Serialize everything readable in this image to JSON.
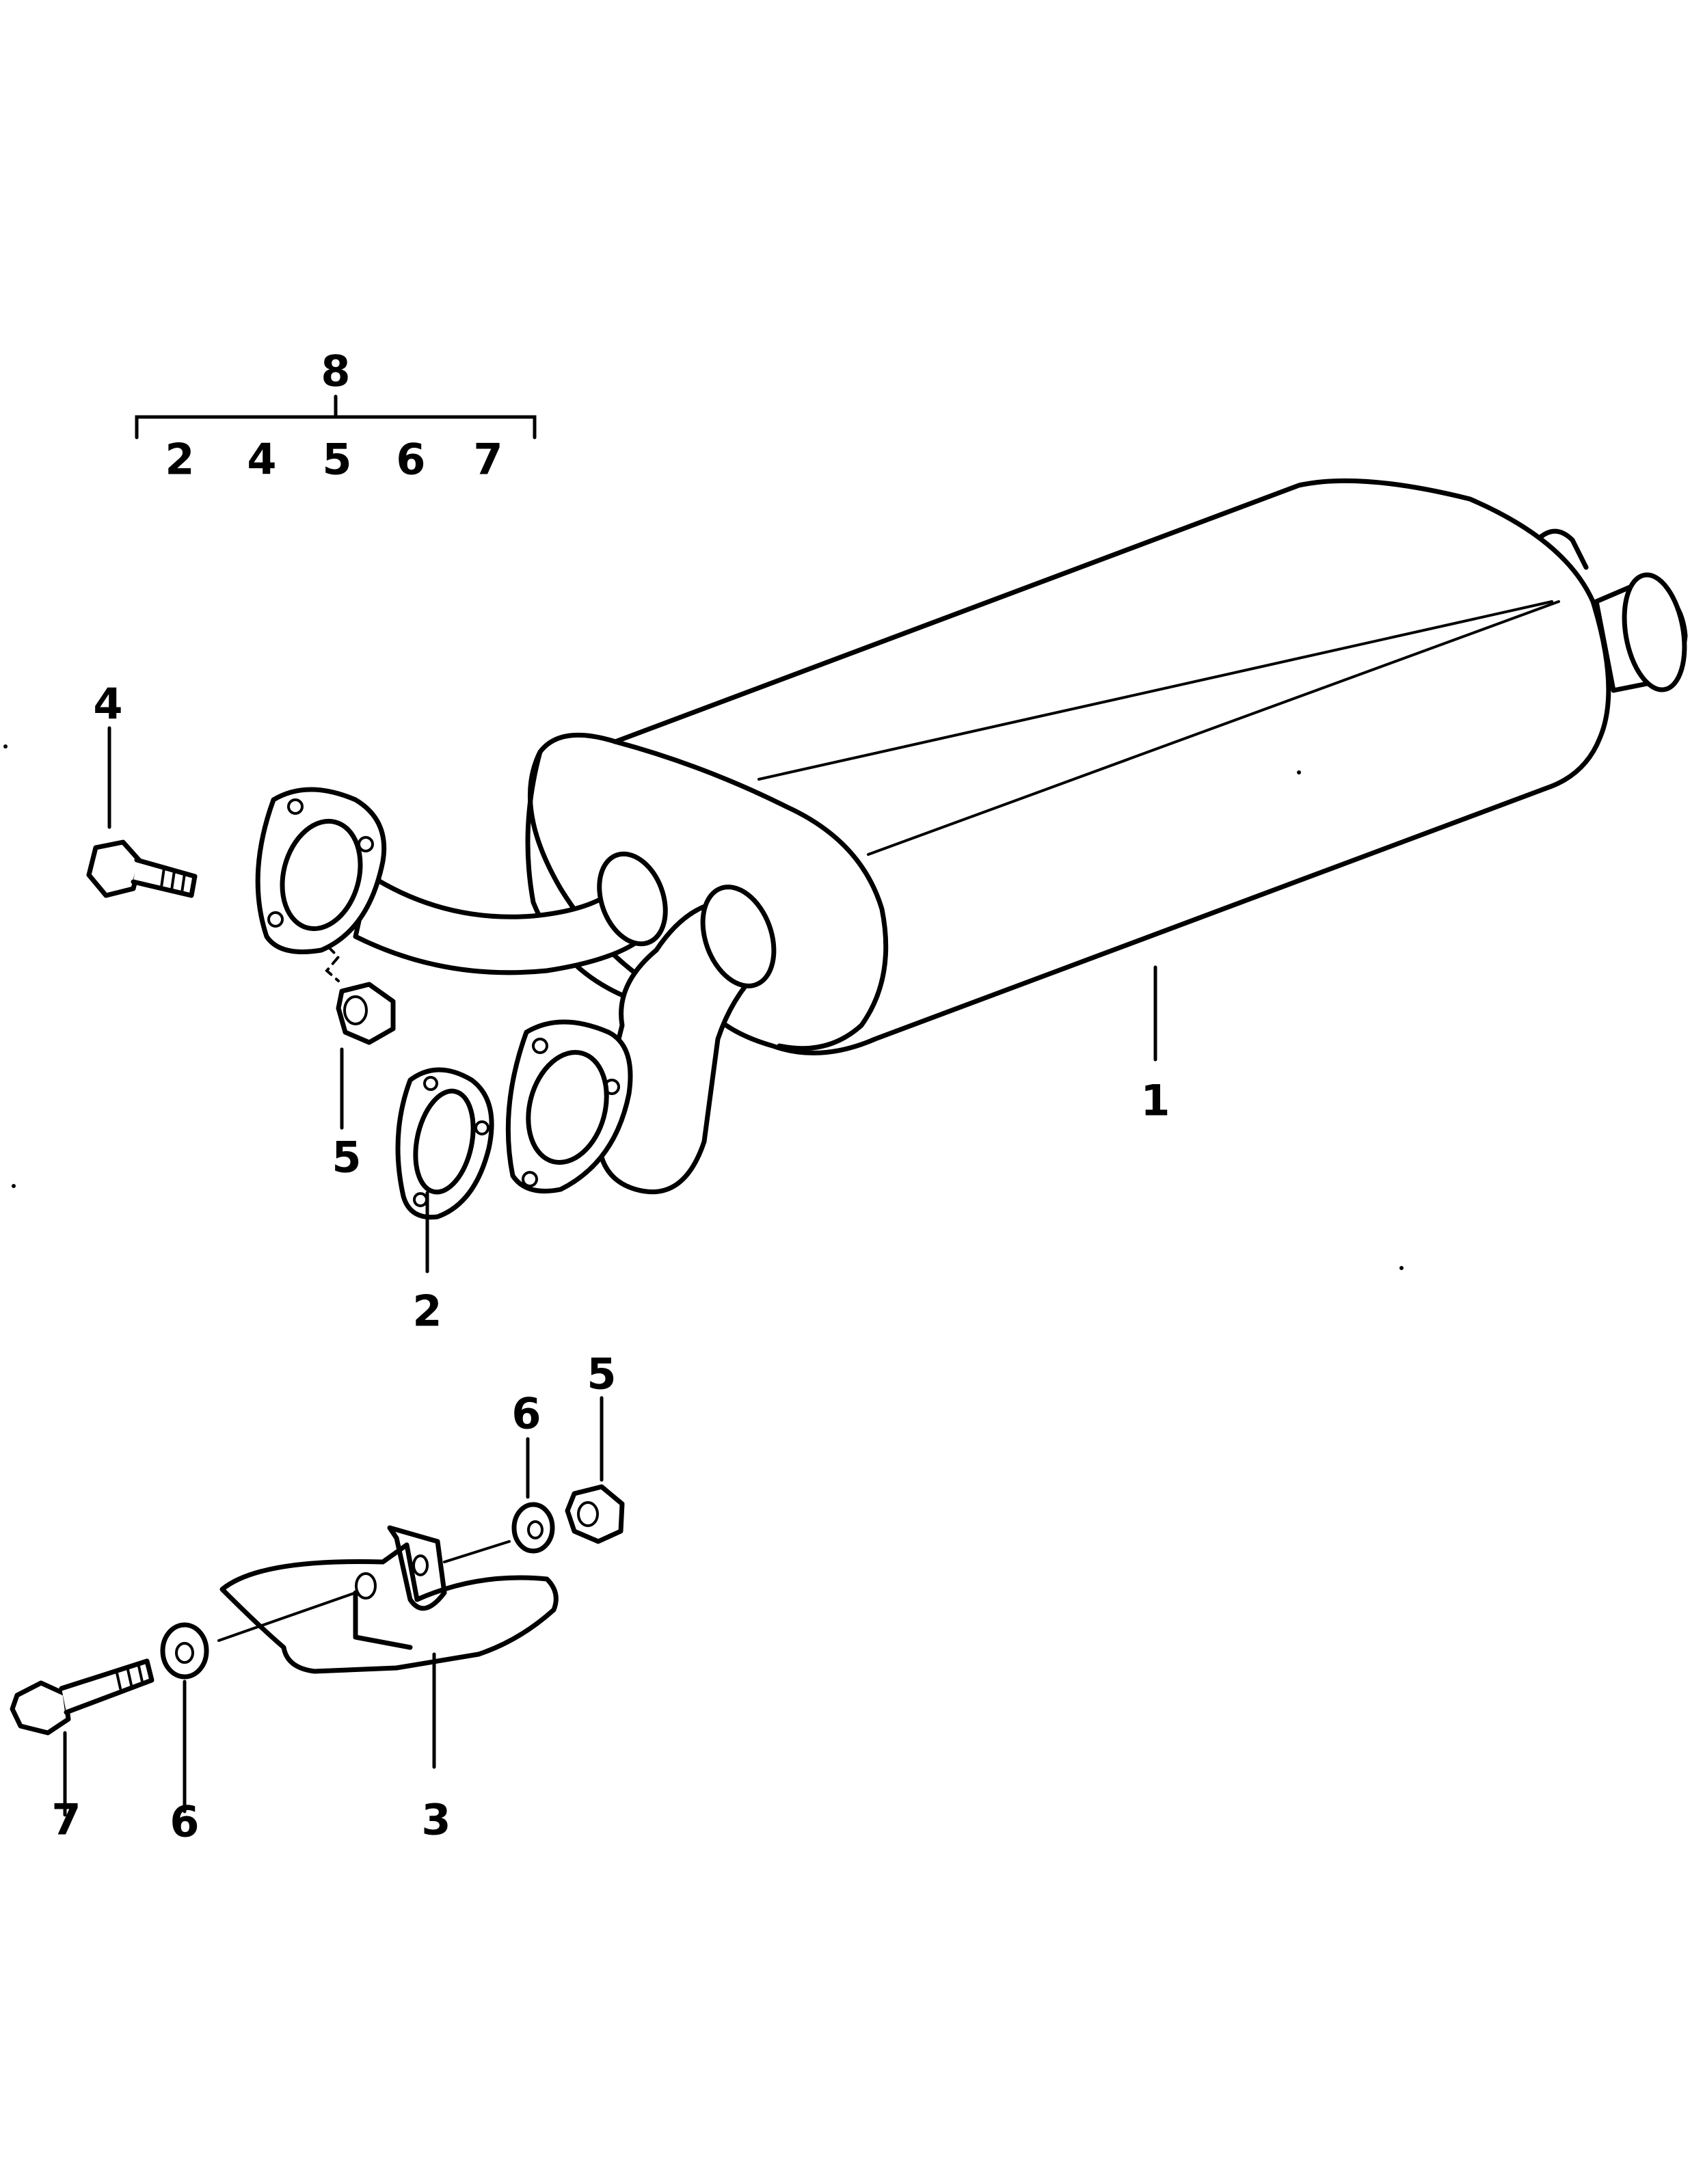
{
  "callouts": {
    "part_1": "1",
    "part_2": "2",
    "part_3": "3",
    "part_4": "4",
    "part_5_top": "5",
    "part_5_bottom": "5",
    "part_6_top": "6",
    "part_6_bottom": "6",
    "part_7": "7",
    "kit_8": "8"
  },
  "kit_group": {
    "items": [
      "2",
      "4",
      "5",
      "6",
      "7"
    ]
  },
  "colors": {
    "line": "#000000",
    "background": "#ffffff"
  }
}
